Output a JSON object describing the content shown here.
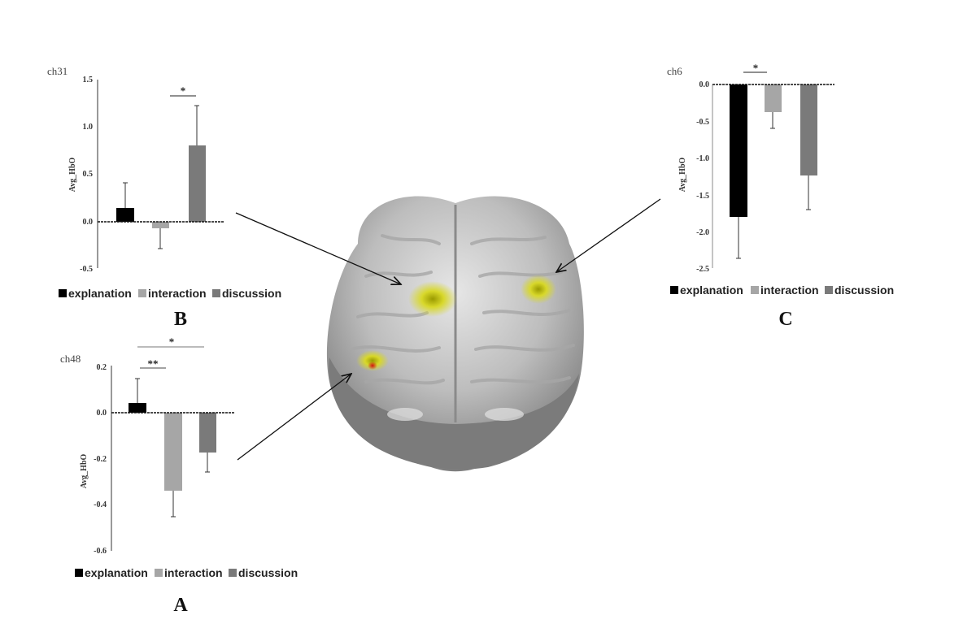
{
  "colors": {
    "explanation": "#000000",
    "interaction": "#a6a6a6",
    "discussion": "#7a7a7a"
  },
  "legend": [
    "explanation",
    "interaction",
    "discussion"
  ],
  "panels": {
    "B": {
      "label": "B",
      "channel": "ch31",
      "ylabel": "Avg_HbO"
    },
    "A": {
      "label": "A",
      "channel": "ch48",
      "ylabel": "Avg_HbO"
    },
    "C": {
      "label": "C",
      "channel": "ch6",
      "ylabel": "Avg_HbO"
    }
  },
  "chart_data": [
    {
      "type": "bar",
      "panel": "B",
      "title": "ch31",
      "ylabel": "Avg_HbO",
      "categories": [
        "explanation",
        "interaction",
        "discussion"
      ],
      "values": [
        0.15,
        -0.06,
        0.81
      ],
      "error": [
        0.26,
        0.21,
        0.42
      ],
      "yticks": [
        "1.5",
        "1.0",
        "0.5",
        "0.0",
        "-0.5"
      ],
      "ylim": [
        -0.5,
        1.5
      ],
      "significance": [
        {
          "between": [
            "interaction",
            "discussion"
          ],
          "label": "*"
        }
      ]
    },
    {
      "type": "bar",
      "panel": "A",
      "title": "ch48",
      "ylabel": "Avg_HbO",
      "categories": [
        "explanation",
        "interaction",
        "discussion"
      ],
      "values": [
        0.04,
        -0.34,
        -0.17
      ],
      "error": [
        0.11,
        0.11,
        0.09
      ],
      "yticks": [
        "0.2",
        "0.0",
        "-0.2",
        "-0.4",
        "-0.6"
      ],
      "ylim": [
        -0.6,
        0.2
      ],
      "significance": [
        {
          "between": [
            "explanation",
            "interaction"
          ],
          "label": "**"
        },
        {
          "between": [
            "explanation",
            "discussion"
          ],
          "label": "*"
        }
      ]
    },
    {
      "type": "bar",
      "panel": "C",
      "title": "ch6",
      "ylabel": "Avg_HbO",
      "categories": [
        "explanation",
        "interaction",
        "discussion"
      ],
      "values": [
        -1.8,
        -0.37,
        -1.24
      ],
      "error": [
        0.57,
        0.23,
        0.46
      ],
      "yticks": [
        "0.0",
        "-0.5",
        "-1.0",
        "-1.5",
        "-2.0",
        "-2.5"
      ],
      "ylim": [
        -2.5,
        0.0
      ],
      "significance": [
        {
          "between": [
            "explanation",
            "interaction"
          ],
          "label": "*"
        }
      ]
    }
  ]
}
